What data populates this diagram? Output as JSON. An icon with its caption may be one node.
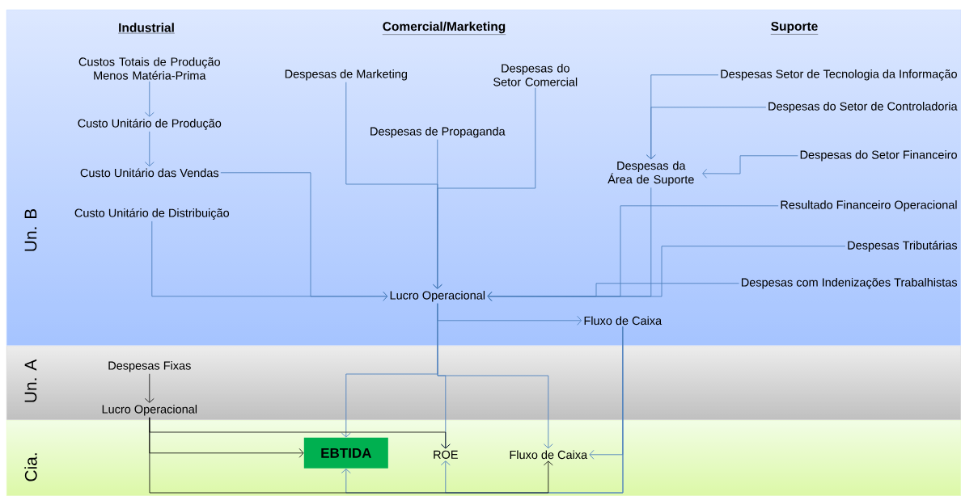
{
  "diagram": {
    "nodes": [
      {
        "text": [
          "Un. B"
        ]
      },
      {
        "text": [
          "Un. A"
        ]
      },
      {
        "text": [
          "Cia."
        ]
      },
      {
        "text": [
          "Custos Totais de Produção Menos Matéria-Prima"
        ],
        "in": 0
      },
      {
        "text": [
          "Custo Unitário de Produção"
        ],
        "in": 0
      },
      {
        "text": [
          "Custo Unitário das Vendas"
        ],
        "in": 0
      },
      {
        "text": [
          "Custo Unitário de Distribuição"
        ],
        "in": 0
      },
      {
        "text": [
          "Despesas de Marketing"
        ],
        "in": 0
      },
      {
        "text": [
          "Despesas do Setor Comercial"
        ],
        "in": 0
      },
      {
        "text": [
          "Despesas de Propaganda"
        ],
        "in": 0
      },
      {
        "text": [
          "Despesas Setor de Tecnologia da Informação"
        ],
        "in": 0
      },
      {
        "text": [
          "Despesas do Setor de Controladoria"
        ],
        "in": 0
      },
      {
        "text": [
          "Despesas da Área de Suporte"
        ],
        "in": 0
      },
      {
        "text": [
          "Despesas do Setor Financeiro"
        ],
        "in": 0
      },
      {
        "text": [
          "Resultado Financeiro Operacional"
        ],
        "in": 0
      },
      {
        "text": [
          "Despesas Tributárias"
        ],
        "in": 0
      },
      {
        "text": [
          "Despesas com Indenizações Trabalhistas"
        ],
        "in": 0
      },
      {
        "text": [
          "Lucro Operacional"
        ],
        "in": 0
      },
      {
        "text": [
          "Fluxo de Caixa"
        ],
        "in": 0
      },
      {
        "text": [
          "Despesas Fixas"
        ],
        "in": 1
      },
      {
        "text": [
          "Lucro Operacional"
        ],
        "in": 1
      },
      {
        "text": [
          "EBTIDA"
        ],
        "in": 2
      },
      {
        "text": [
          "ROE"
        ],
        "in": 2
      },
      {
        "text": [
          "Fluxo de Caixa"
        ],
        "in": 2
      }
    ],
    "edges": [
      {
        "from": 3,
        "to": 4,
        "arrow": "to"
      },
      {
        "from": 4,
        "to": 5,
        "arrow": "to"
      },
      {
        "from": 5,
        "to": 17,
        "arrow": "to"
      },
      {
        "from": 6,
        "to": 17,
        "arrow": "to"
      },
      {
        "from": 7,
        "to": 17,
        "arrow": "to"
      },
      {
        "from": 9,
        "to": 17,
        "arrow": "to"
      },
      {
        "from": 8,
        "to": 17,
        "arrow": "to"
      },
      {
        "from": 10,
        "to": 12,
        "arrow": "to"
      },
      {
        "from": 11,
        "to": 12,
        "arrow": "to"
      },
      {
        "from": 13,
        "to": 12,
        "arrow": "to"
      },
      {
        "from": 12,
        "to": 17,
        "arrow": "to"
      },
      {
        "from": 14,
        "to": 17,
        "arrow": "to"
      },
      {
        "from": 15,
        "to": 17,
        "arrow": "to"
      },
      {
        "from": 16,
        "to": 17,
        "arrow": "to"
      },
      {
        "from": 17,
        "to": 18,
        "arrow": "to"
      },
      {
        "from": 17,
        "to": 21,
        "arrow": "to"
      },
      {
        "from": 17,
        "to": 22,
        "arrow": "to"
      },
      {
        "from": 17,
        "to": 23,
        "arrow": "to"
      },
      {
        "from": 18,
        "to": 23,
        "arrow": "to"
      },
      {
        "from": 18,
        "to": 21,
        "arrow": "to"
      },
      {
        "from": 18,
        "to": 22,
        "arrow": "to"
      },
      {
        "from": 19,
        "to": 20,
        "arrow": "to",
        "color": "#000000"
      },
      {
        "from": 20,
        "to": 22,
        "arrow": "to",
        "color": "#000000"
      },
      {
        "from": 20,
        "to": 21,
        "arrow": "to",
        "color": "#000000"
      },
      {
        "from": 20,
        "to": 23,
        "arrow": "to",
        "color": "#000000"
      }
    ],
    "labels": [
      "Industrial",
      "Comercial/Marketing",
      "Suporte"
    ]
  }
}
